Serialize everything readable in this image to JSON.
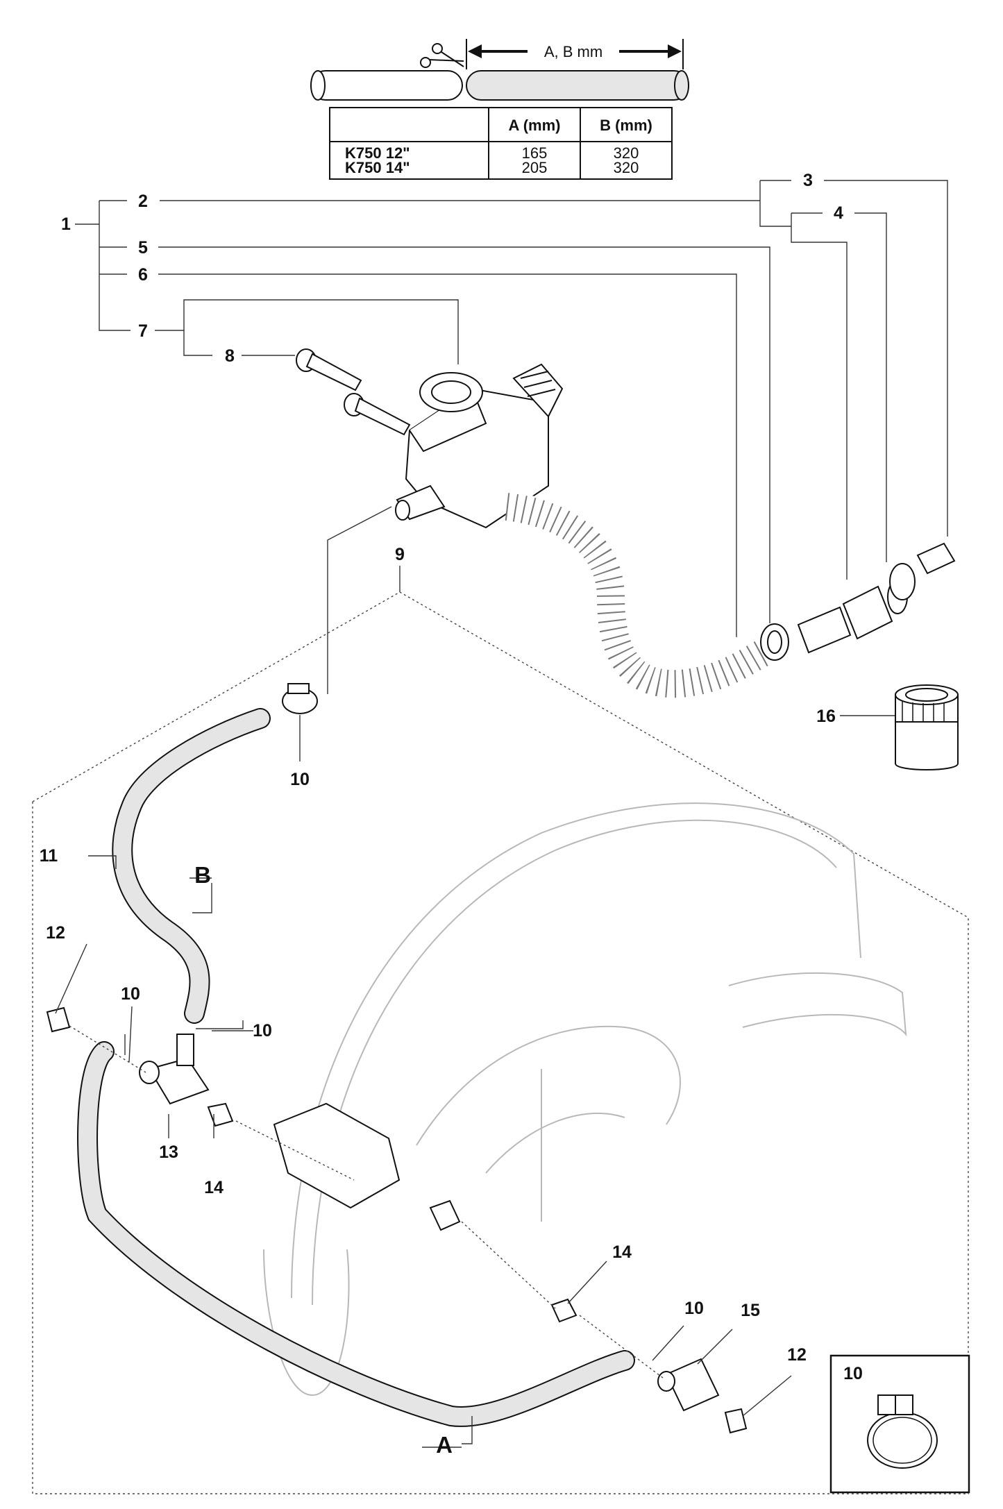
{
  "dimension_label": "A, B mm",
  "table": {
    "headers": [
      "",
      "A (mm)",
      "B (mm)"
    ],
    "rows": [
      {
        "model": "K750 12\"",
        "a": "165",
        "b": "320"
      },
      {
        "model": "K750 14\"",
        "a": "205",
        "b": "320"
      }
    ]
  },
  "callouts": {
    "c1": "1",
    "c2": "2",
    "c3": "3",
    "c4": "4",
    "c5": "5",
    "c6": "6",
    "c7": "7",
    "c8": "8",
    "c9": "9",
    "c10a": "10",
    "c10b": "10",
    "c10c": "10",
    "c10d": "10",
    "c10e": "10",
    "c11": "11",
    "c12a": "12",
    "c12b": "12",
    "c13": "13",
    "c14a": "14",
    "c14b": "14",
    "c15": "15",
    "c16": "16"
  },
  "markers": {
    "a": "A",
    "b": "B"
  },
  "inset": {
    "label": "10"
  }
}
